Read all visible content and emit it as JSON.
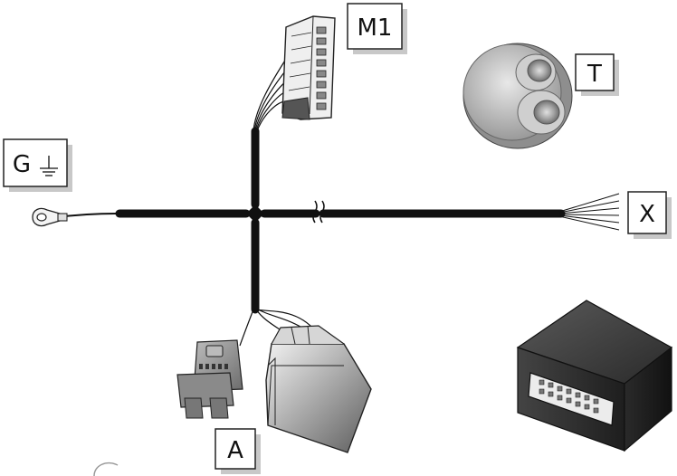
{
  "labels": {
    "m1": "M1",
    "t": "T",
    "g": "G",
    "x": "X",
    "a": "A"
  },
  "icons": {
    "ground": "ground-icon"
  },
  "colors": {
    "cable": "#111111",
    "connector_gray": "#8f8f8f",
    "label_shadow": "#c8c8c8",
    "module_dark": "#3a3a3a"
  }
}
